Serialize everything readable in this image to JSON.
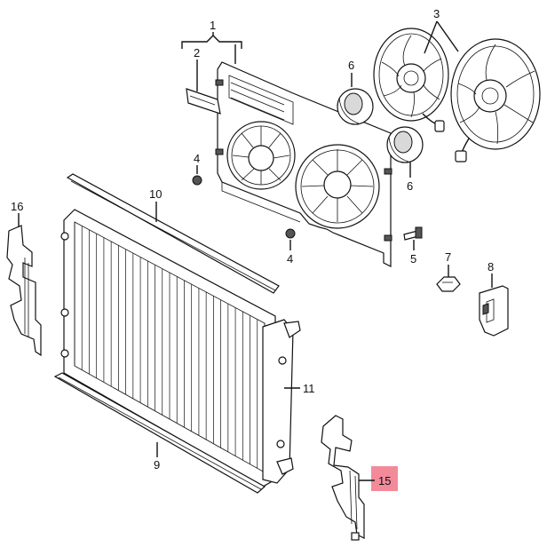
{
  "labels": {
    "p1": "1",
    "p2": "2",
    "p3": "3",
    "p4a": "4",
    "p4b": "4",
    "p5": "5",
    "p6a": "6",
    "p6b": "6",
    "p7": "7",
    "p8": "8",
    "p9": "9",
    "p10": "10",
    "p11": "11",
    "p15": "15",
    "p16": "16"
  },
  "colors": {
    "highlight": "#f28a9a",
    "line": "#111111",
    "fill_gray": "#d9d9d9"
  },
  "highlighted_part": "15"
}
